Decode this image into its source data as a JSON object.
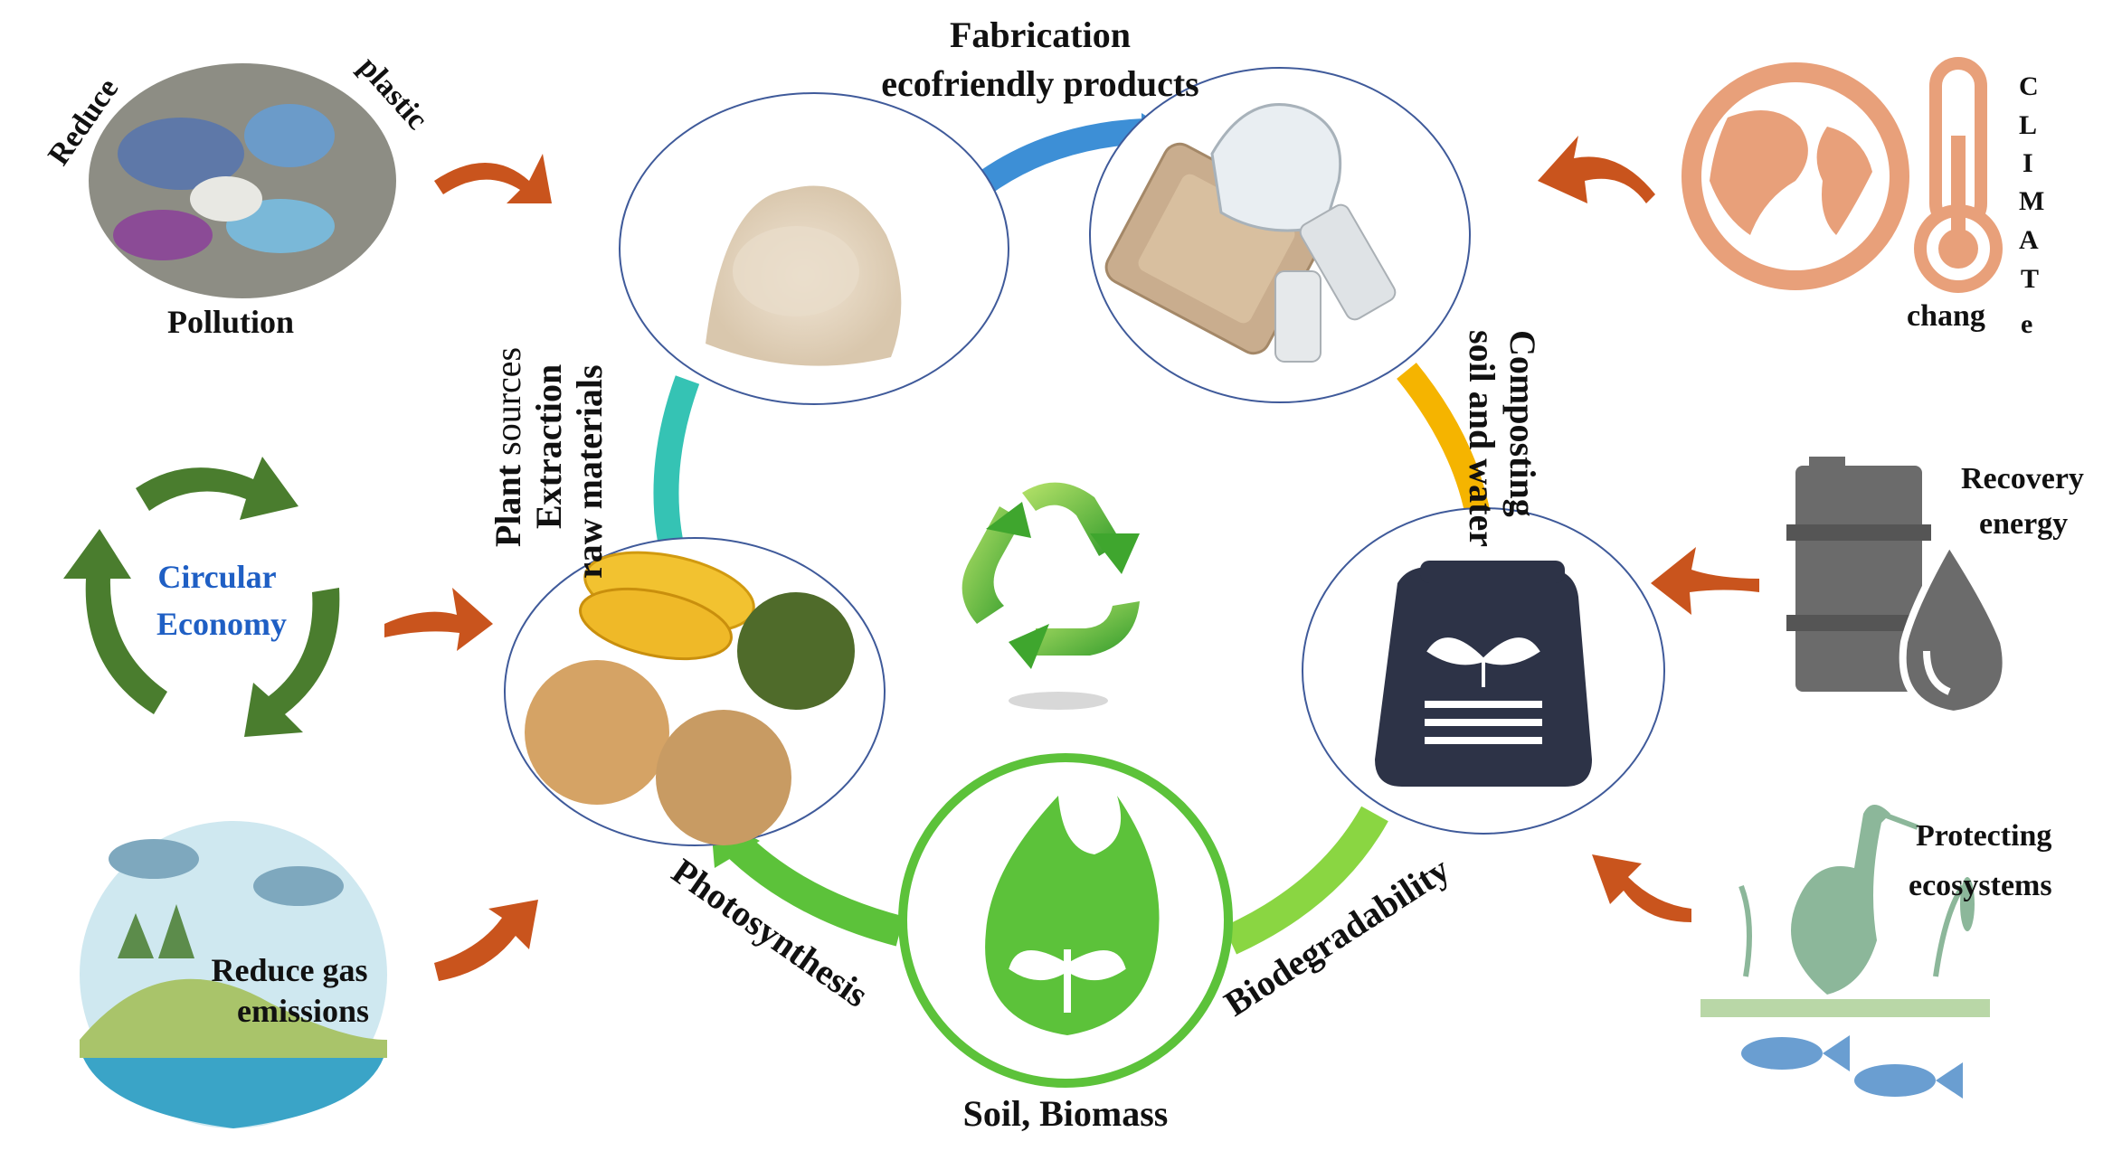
{
  "cycle": {
    "top_label_line1": "Fabrication",
    "top_label_line2": "ecofriendly products",
    "left_label_plant": "Plant",
    "left_label_sources": " sources",
    "left_label_extraction": "Extraction",
    "left_label_raw": "raw materials",
    "right_label_composting": "Composting",
    "right_label_soil_water": "soil and water",
    "bottom_left_label": "Photosynthesis",
    "bottom_right_label": "Biodegradability",
    "bottom_label": "Soil, Biomass"
  },
  "benefits": {
    "pollution": {
      "reduce": "Reduce",
      "plastic": "plastic",
      "pollution": "Pollution"
    },
    "circular": {
      "line1": "Circular",
      "line2": "Economy"
    },
    "gas": {
      "line1": "Reduce gas",
      "line2": "emissions"
    },
    "climate": {
      "letters": [
        "C",
        "L",
        "I",
        "M",
        "A",
        "T",
        "e"
      ],
      "change": "chang"
    },
    "energy": {
      "line1": "Recovery",
      "line2": "energy"
    },
    "ecosystems": {
      "line1": "Protecting",
      "line2": "ecosystems"
    }
  },
  "colors": {
    "arrow_orange": "#c9541d",
    "arc_blue": "#3d8fd6",
    "arc_yellow": "#f5b400",
    "arc_teal": "#35c3b4",
    "arc_green_light": "#8ad642",
    "arc_green": "#5cc23a",
    "circular_green": "#4a7d2e",
    "climate_orange": "#e8a07a",
    "barrel_grey": "#6b6b6b",
    "bag_navy": "#2d3347",
    "heron_green": "#8cb79a"
  },
  "icons": [
    "recycle-icon",
    "leaf-flame-icon",
    "compost-bag-icon",
    "globe-thermometer-icon",
    "oil-barrel-drop-icon",
    "heron-wetland-icon"
  ]
}
